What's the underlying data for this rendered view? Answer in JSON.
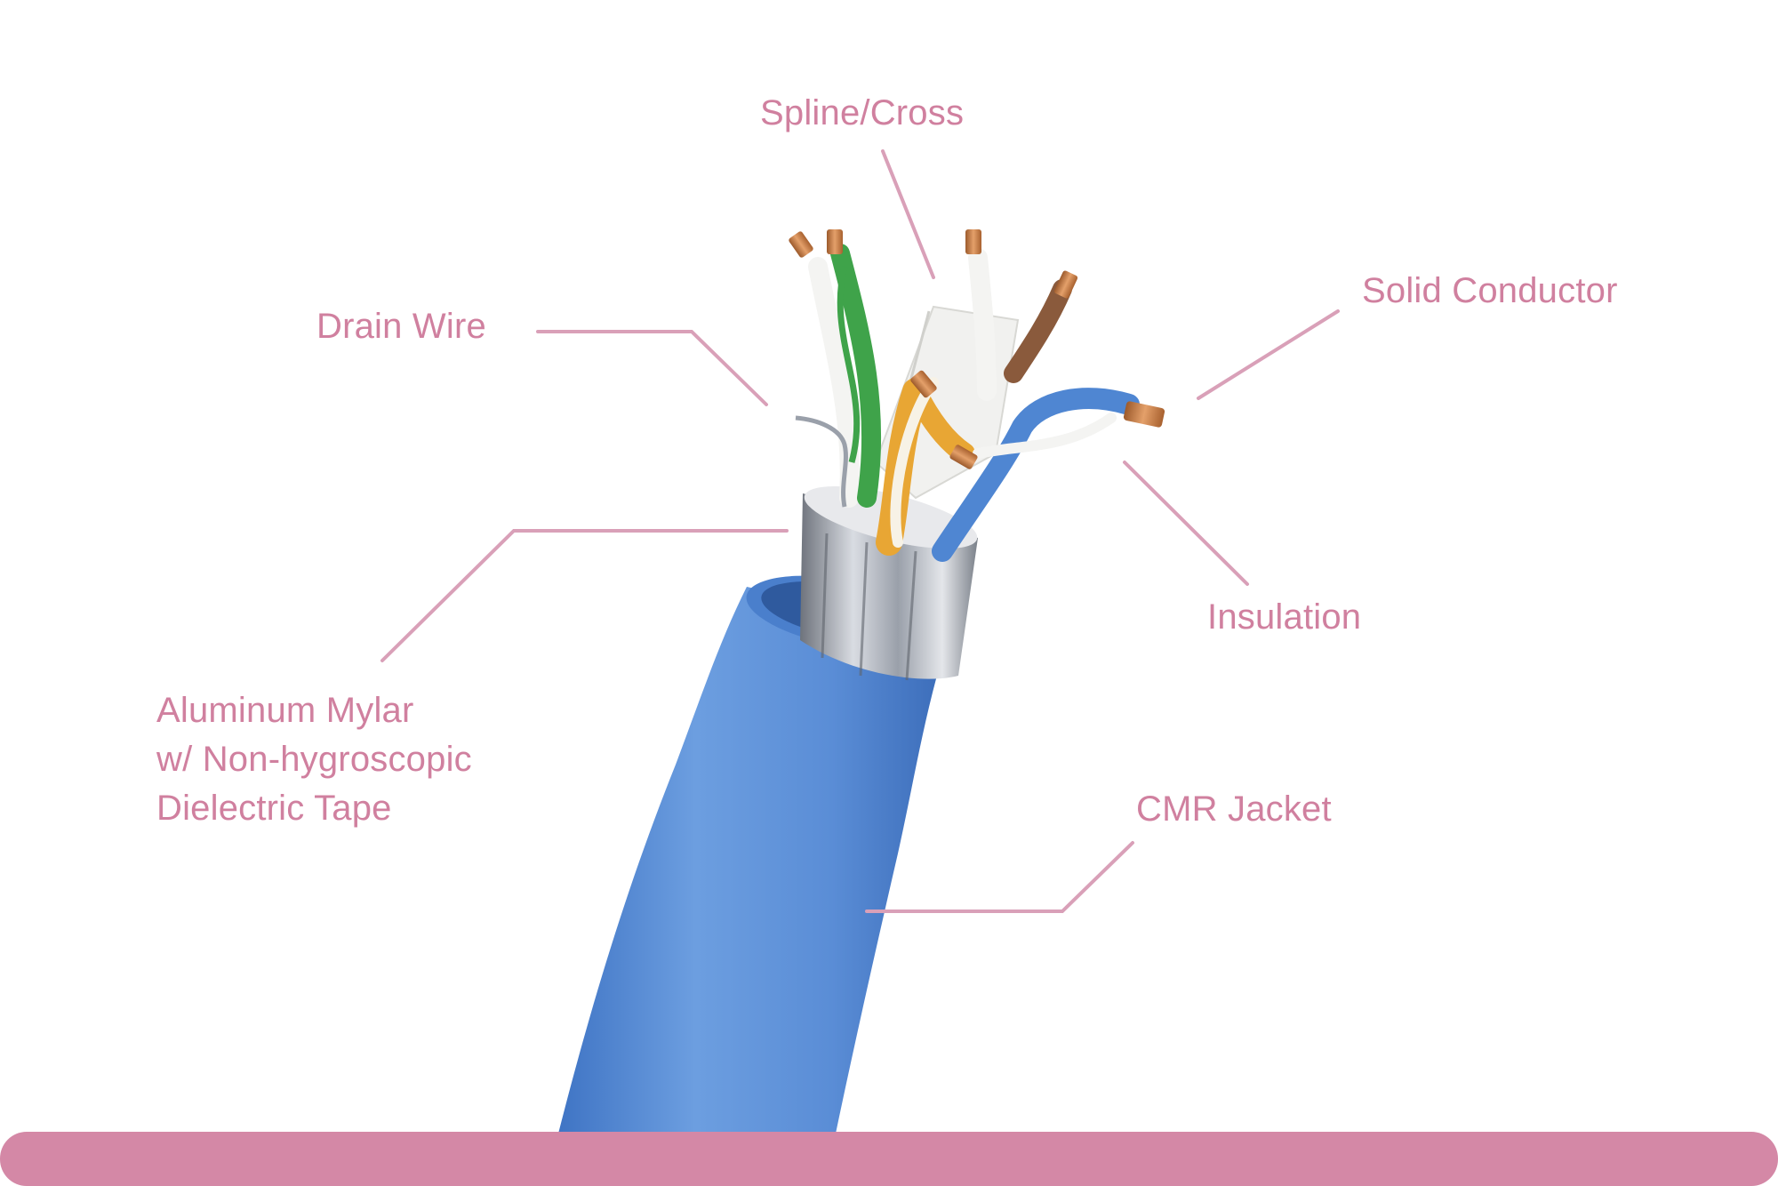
{
  "labels": {
    "spline_cross": "Spline/Cross",
    "drain_wire": "Drain Wire",
    "solid_conductor": "Solid Conductor",
    "insulation": "Insulation",
    "aluminum_mylar": [
      "Aluminum Mylar",
      "w/ Non-hygroscopic",
      "Dielectric Tape"
    ],
    "cmr_jacket": "CMR Jacket"
  },
  "colors": {
    "label_text": "#d0809f",
    "leader_line": "#d9a0b8",
    "bottom_bar": "#d488a6",
    "jacket_blue": "#5b8fd6",
    "foil_silver": "#b8bcc4",
    "copper": "#c57a45",
    "green_pair": "#3fa34a",
    "brown_pair": "#8a5a3c",
    "orange_pair": "#e8a634",
    "blue_pair": "#4f86d2"
  }
}
